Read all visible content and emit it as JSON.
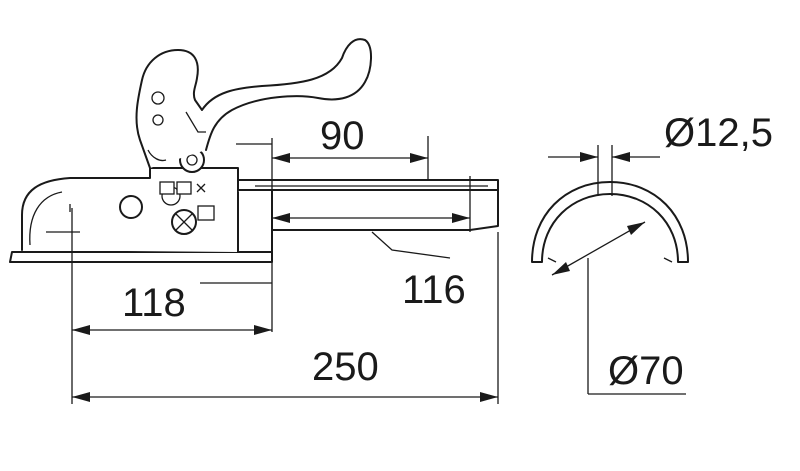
{
  "dimensions": {
    "d90": "90",
    "d116": "116",
    "d118": "118",
    "d250": "250",
    "d12_5": "Ø12,5",
    "d70": "Ø70"
  }
}
